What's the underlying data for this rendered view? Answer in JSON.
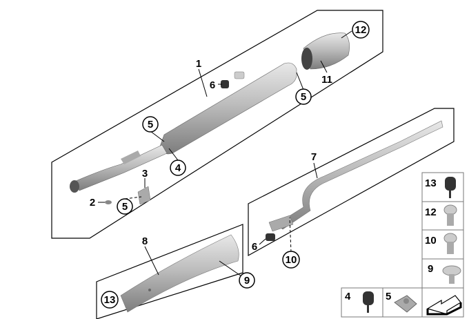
{
  "diagram": {
    "callouts": [
      {
        "id": "c1",
        "text": "1",
        "circled": false
      },
      {
        "id": "c6a",
        "text": "6",
        "circled": false
      },
      {
        "id": "c5a",
        "text": "5",
        "circled": true
      },
      {
        "id": "c11",
        "text": "11",
        "circled": false
      },
      {
        "id": "c12",
        "text": "12",
        "circled": true
      },
      {
        "id": "c5b",
        "text": "5",
        "circled": true
      },
      {
        "id": "c4",
        "text": "4",
        "circled": true
      },
      {
        "id": "c3",
        "text": "3",
        "circled": false
      },
      {
        "id": "c2",
        "text": "2",
        "circled": false
      },
      {
        "id": "c5c",
        "text": "5",
        "circled": true
      },
      {
        "id": "c7",
        "text": "7",
        "circled": false
      },
      {
        "id": "c6b",
        "text": "6",
        "circled": false
      },
      {
        "id": "c10",
        "text": "10",
        "circled": true
      },
      {
        "id": "c8",
        "text": "8",
        "circled": false
      },
      {
        "id": "c9",
        "text": "9",
        "circled": true
      },
      {
        "id": "c13",
        "text": "13",
        "circled": true
      }
    ],
    "legend": [
      {
        "text": "13",
        "part": "rubber-buffer"
      },
      {
        "text": "12",
        "part": "torx-screw"
      },
      {
        "text": "10",
        "part": "torx-screw"
      },
      {
        "text": "9",
        "part": "collar-screw"
      },
      {
        "text": "4",
        "part": "rubber-buffer"
      },
      {
        "text": "5",
        "part": "clip-nut"
      }
    ]
  }
}
